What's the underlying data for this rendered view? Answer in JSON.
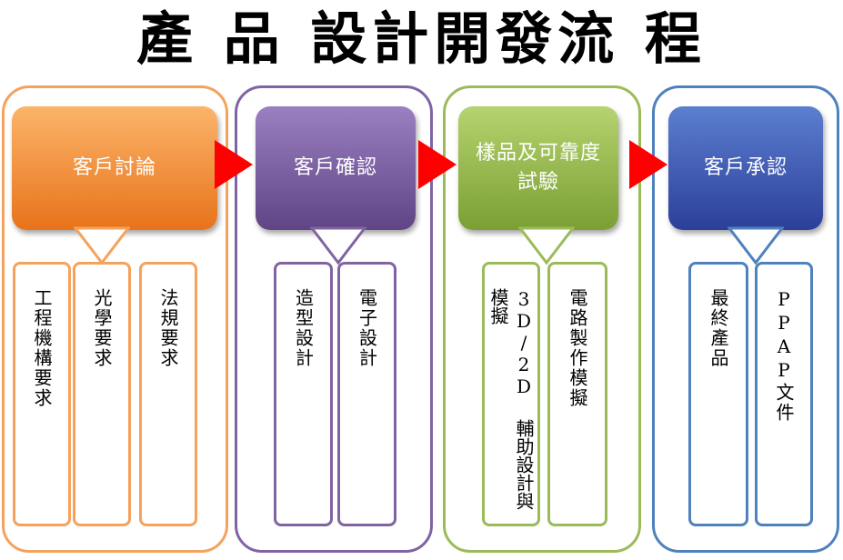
{
  "title": "產 品 設計開發流 程",
  "stages": [
    {
      "header": "客戶討論",
      "items": [
        "工程機構要求",
        "光學要求",
        "法規要求"
      ],
      "colors": {
        "border": "#f5a25d",
        "header_top": "#fbb46a",
        "header_bottom": "#e8731a",
        "item_border": "#f5a25d"
      }
    },
    {
      "header": "客戶確認",
      "items": [
        "造型設計",
        "電子設計"
      ],
      "colors": {
        "border": "#8064a2",
        "header_top": "#9a80c0",
        "header_bottom": "#5f4586",
        "item_border": "#8064a2"
      }
    },
    {
      "header": "樣品及可靠度試驗",
      "items": [
        "3D/2D 輔助設計與模擬",
        "電路製作模擬"
      ],
      "colors": {
        "border": "#9bbb59",
        "header_top": "#b6d36f",
        "header_bottom": "#7a9f33",
        "item_border": "#9bbb59"
      }
    },
    {
      "header": "客戶承認",
      "items": [
        "最終產品",
        "PPAP文件"
      ],
      "colors": {
        "border": "#4f81bd",
        "header_top": "#5b7fd0",
        "header_bottom": "#2c3f9a",
        "item_border": "#4f81bd"
      }
    }
  ],
  "arrow_color": "#ff0000"
}
